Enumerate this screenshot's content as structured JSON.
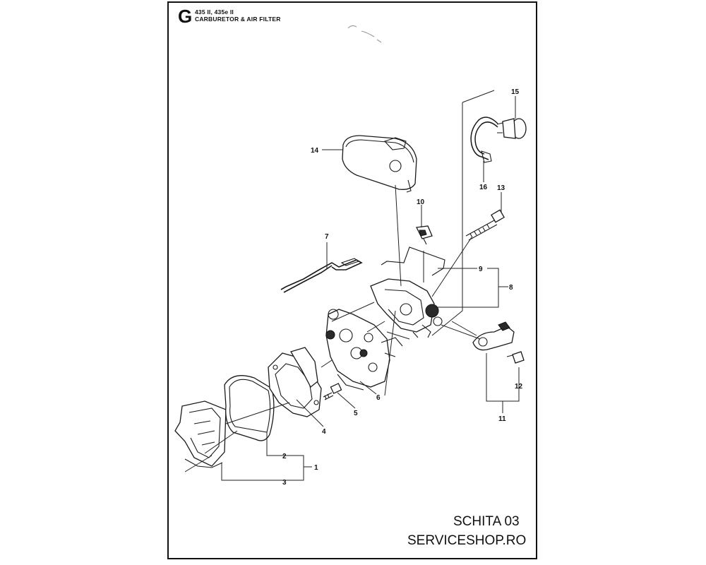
{
  "header": {
    "section_letter": "G",
    "models": "435 II, 435e II",
    "title": "CARBURETOR & AIR FILTER"
  },
  "footer": {
    "sheet": "SCHITA 03",
    "shop": "SERVICESHOP.RO"
  },
  "callouts": [
    "1",
    "2",
    "3",
    "4",
    "5",
    "6",
    "7",
    "8",
    "9",
    "10",
    "11",
    "12",
    "13",
    "14",
    "15",
    "16"
  ]
}
